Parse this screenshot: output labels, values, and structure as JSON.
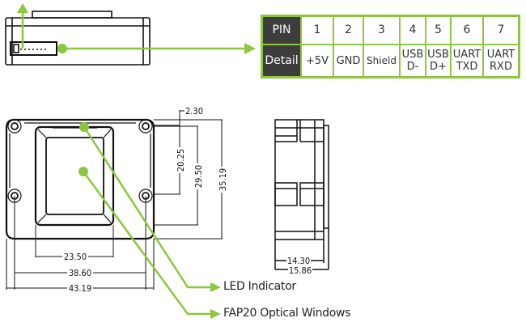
{
  "pin_table": {
    "header_row_label": "PIN",
    "detail_row_label": "Detail",
    "pins": [
      {
        "number": "1",
        "detail_line1": "+5V",
        "detail_line2": ""
      },
      {
        "number": "2",
        "detail_line1": "GND",
        "detail_line2": ""
      },
      {
        "number": "3",
        "detail_line1": "Shield",
        "detail_line2": ""
      },
      {
        "number": "4",
        "detail_line1": "USB",
        "detail_line2": "D-"
      },
      {
        "number": "5",
        "detail_line1": "USB",
        "detail_line2": "D+"
      },
      {
        "number": "6",
        "detail_line1": "UART",
        "detail_line2": "TXD"
      },
      {
        "number": "7",
        "detail_line1": "UART",
        "detail_line2": "RXD"
      }
    ]
  },
  "dimensions": {
    "top_offset": "2.30",
    "window_height": "20.25",
    "inner_height": "29.50",
    "total_height": "35.19",
    "window_width": "23.50",
    "inner_width": "38.60",
    "total_width": "43.19",
    "side_inner_depth": "14.30",
    "side_total_depth": "15.86"
  },
  "callouts": {
    "led": "LED Indicator",
    "window": "FAP20 Optical Windows"
  },
  "colors": {
    "accent_green": "#8dc63f",
    "header_dark": "#3d3d3d"
  }
}
